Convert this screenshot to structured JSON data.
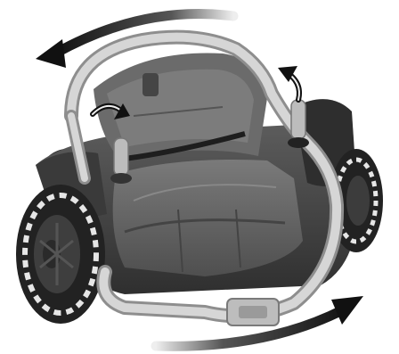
{
  "figure": {
    "subject": "ride-on-vehicle-rotation-illustration",
    "arrows": [
      "rotate-arrow-top",
      "rotate-arrow-bottom",
      "rotate-arrow-left-handle",
      "rotate-arrow-right-handle"
    ]
  },
  "colors": {
    "background": "#ffffff",
    "frame": "#c9c9c9",
    "frame_shade": "#8a8a8a",
    "body_dark": "#3a3a3a",
    "body_mid": "#555555",
    "seat": "#6e6e6e",
    "tire": "#2a2a2a",
    "tread": "#e6e6e6",
    "arrow_dark": "#111111",
    "arrow_light": "#dddddd"
  }
}
